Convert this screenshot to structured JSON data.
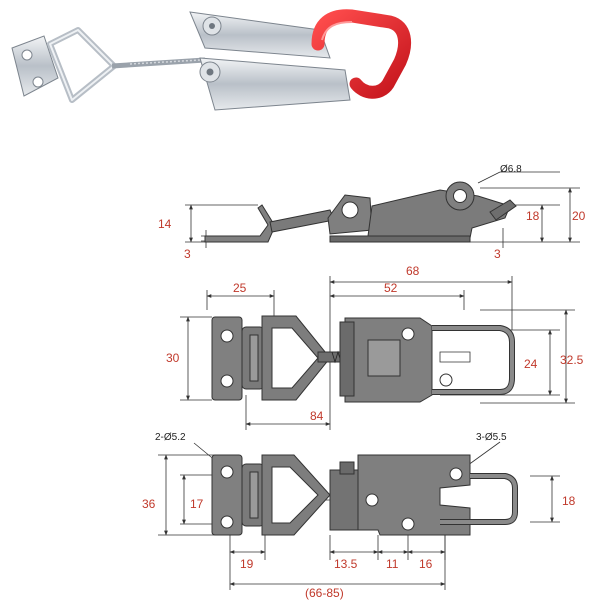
{
  "colors": {
    "dimension_text": "#c0392b",
    "dimension_line": "#333333",
    "part_fill": "#808080",
    "part_dark": "#5a5a5a",
    "steel_light": "#d9dde2",
    "grip_red": "#e0212b"
  },
  "side_view": {
    "hole_diameter": "Ø6.8",
    "height_14": "14",
    "height_3_left": "3",
    "height_18": "18",
    "height_20": "20",
    "height_3_right": "3"
  },
  "top_view": {
    "width_25": "25",
    "width_68": "68",
    "width_52": "52",
    "height_30": "30",
    "height_24": "24",
    "height_32_5": "32.5",
    "length_84": "84"
  },
  "bottom_view": {
    "left_holes": "2-Ø5.2",
    "right_holes": "3-Ø5.5",
    "height_36": "36",
    "height_17": "17",
    "height_18": "18",
    "width_19": "19",
    "width_13_5": "13.5",
    "width_11": "11",
    "width_16": "16",
    "range_66_85": "(66-85)"
  }
}
